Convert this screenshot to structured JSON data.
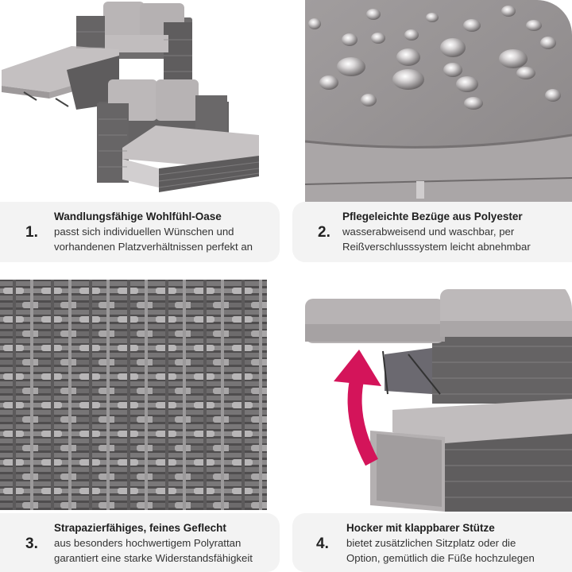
{
  "features": [
    {
      "number": "1.",
      "title": "Wandlungsfähige Wohlfühl-Oase",
      "line1": "passt sich individuellen Wünschen und",
      "line2": "vorhandenen Platzverhältnissen perfekt an",
      "image_icon": "sofa-bed-photo-icon"
    },
    {
      "number": "2.",
      "title": "Pflegeleichte Bezüge aus Polyester",
      "line1": "wasserabweisend und waschbar, per",
      "line2": "Reißverschlusssystem leicht abnehmbar",
      "image_icon": "water-drops-fabric-photo-icon"
    },
    {
      "number": "3.",
      "title": "Strapazierfähiges, feines Geflecht",
      "line1": "aus besonders hochwertigem Polyrattan",
      "line2": "garantiert eine starke Widerstandsfähigkeit",
      "image_icon": "rattan-weave-photo-icon"
    },
    {
      "number": "4.",
      "title": "Hocker mit klappbarer Stütze",
      "line1": "bietet zusätzlichen Sitzplatz oder die",
      "line2": "Option, gemütlich die Füße hochzulegen",
      "image_icon": "folding-stool-photo-icon"
    }
  ],
  "colors": {
    "caption_background": "#f3f3f3",
    "cushion": "#b9b5b6",
    "rattan": "#6f6d6e",
    "arrow": "#d4145a"
  }
}
